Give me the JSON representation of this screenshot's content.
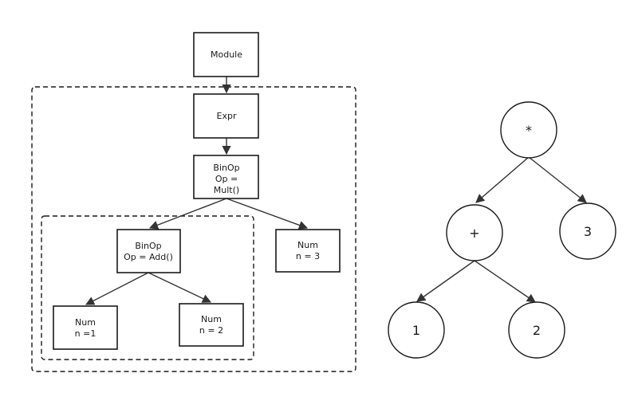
{
  "ast": {
    "module": [
      "Module"
    ],
    "expr": [
      "Expr"
    ],
    "binop_mult": [
      "BinOp",
      "Op =",
      "Mult()"
    ],
    "binop_add": [
      "BinOp",
      "Op = Add()"
    ],
    "num1": [
      "Num",
      "n =1"
    ],
    "num2": [
      "Num",
      "n = 2"
    ],
    "num3": [
      "Num",
      "n = 3"
    ]
  },
  "tree": {
    "root": "*",
    "plus": "+",
    "three": "3",
    "one": "1",
    "two": "2"
  }
}
